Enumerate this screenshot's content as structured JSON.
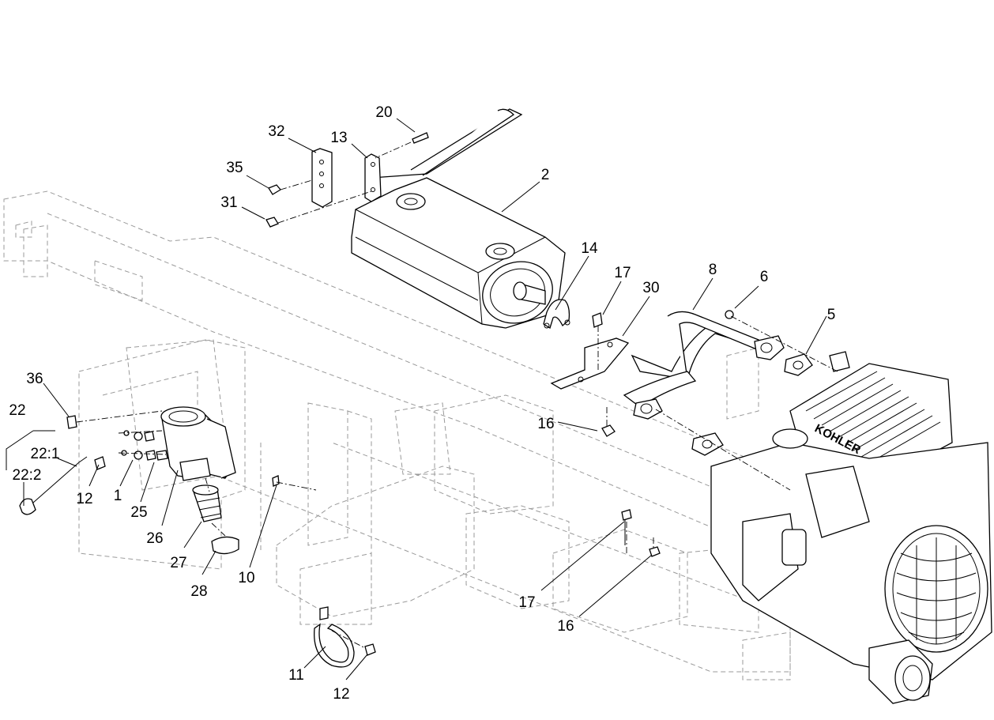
{
  "diagram": {
    "engine_lettering": "KOHLER",
    "callouts": [
      {
        "id": "callout-20",
        "text": "20"
      },
      {
        "id": "callout-32",
        "text": "32"
      },
      {
        "id": "callout-13",
        "text": "13"
      },
      {
        "id": "callout-35",
        "text": "35"
      },
      {
        "id": "callout-31",
        "text": "31"
      },
      {
        "id": "callout-2",
        "text": "2"
      },
      {
        "id": "callout-14",
        "text": "14"
      },
      {
        "id": "callout-17-upper",
        "text": "17"
      },
      {
        "id": "callout-30",
        "text": "30"
      },
      {
        "id": "callout-8",
        "text": "8"
      },
      {
        "id": "callout-6",
        "text": "6"
      },
      {
        "id": "callout-5",
        "text": "5"
      },
      {
        "id": "callout-16-upper",
        "text": "16"
      },
      {
        "id": "callout-36",
        "text": "36"
      },
      {
        "id": "callout-22",
        "text": "22"
      },
      {
        "id": "callout-22-1",
        "text": "22:1"
      },
      {
        "id": "callout-22-2",
        "text": "22:2"
      },
      {
        "id": "callout-12-left",
        "text": "12"
      },
      {
        "id": "callout-1",
        "text": "1"
      },
      {
        "id": "callout-25",
        "text": "25"
      },
      {
        "id": "callout-26",
        "text": "26"
      },
      {
        "id": "callout-27",
        "text": "27"
      },
      {
        "id": "callout-28",
        "text": "28"
      },
      {
        "id": "callout-10",
        "text": "10"
      },
      {
        "id": "callout-17-lower",
        "text": "17"
      },
      {
        "id": "callout-16-lower",
        "text": "16"
      },
      {
        "id": "callout-11",
        "text": "11"
      },
      {
        "id": "callout-12-bottom",
        "text": "12"
      }
    ]
  }
}
